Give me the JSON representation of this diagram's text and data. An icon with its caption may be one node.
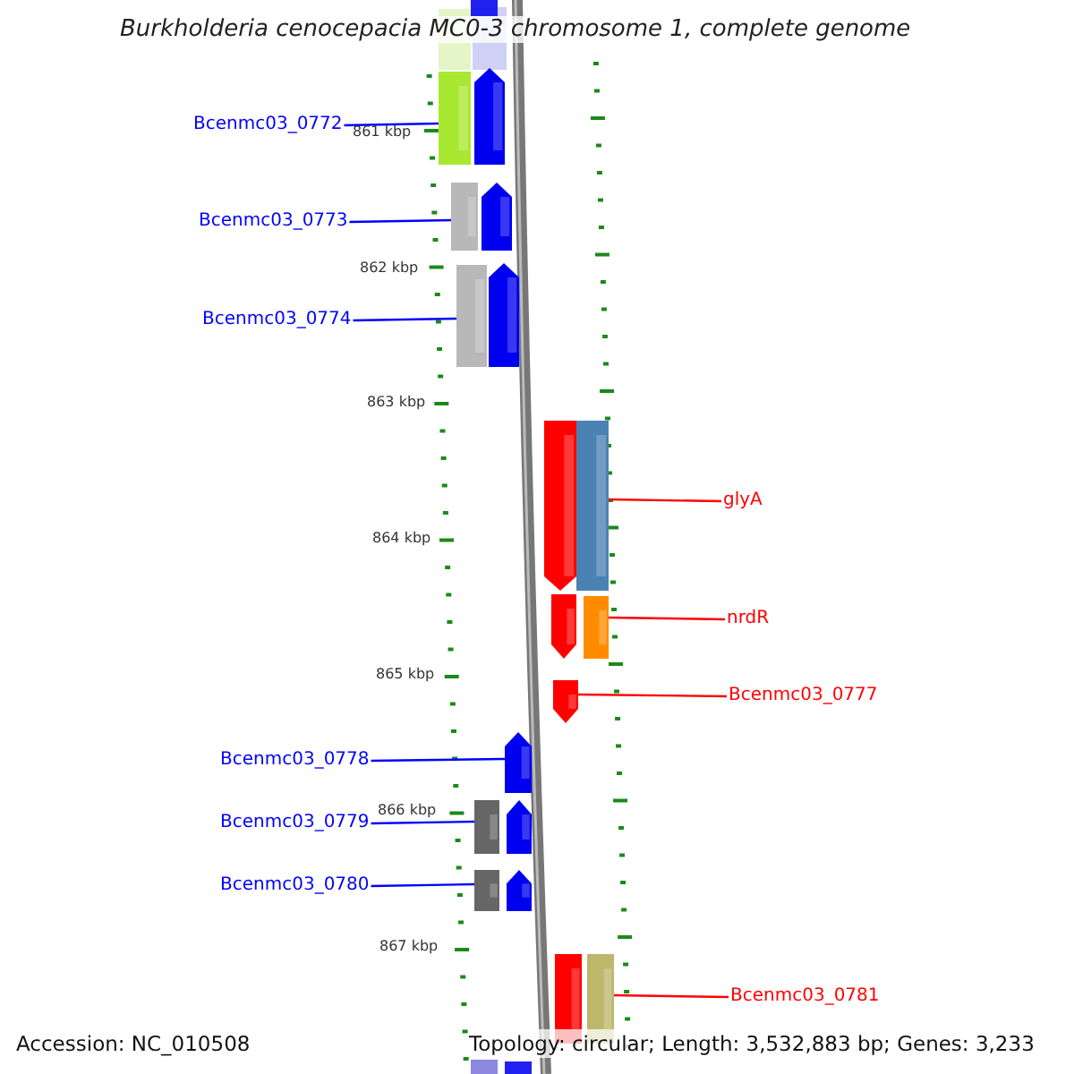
{
  "diagram": {
    "title": "Burkholderia cenocepacia MC0-3 chromosome 1, complete genome",
    "nodes": [
      {
        "text": [
          "Bcenmc03_0772"
        ]
      },
      {
        "text": [],
        "shape": "bar"
      },
      {
        "text": [
          "Bcenmc03_0773"
        ]
      },
      {
        "text": [],
        "shape": "bar"
      },
      {
        "text": [
          "Bcenmc03_0774"
        ]
      },
      {
        "text": [],
        "shape": "bar"
      },
      {
        "text": [
          "glyA"
        ]
      },
      {
        "text": [],
        "shape": "bar"
      },
      {
        "text": [
          "nrdR"
        ]
      },
      {
        "text": [],
        "shape": "bar"
      },
      {
        "text": [
          "Bcenmc03_0777"
        ]
      },
      {
        "text": [],
        "shape": "bar"
      },
      {
        "text": [
          "Bcenmc03_0778"
        ]
      },
      {
        "text": [],
        "shape": "bar"
      },
      {
        "text": [
          "Bcenmc03_0779"
        ]
      },
      {
        "text": [],
        "shape": "bar"
      },
      {
        "text": [
          "Bcenmc03_0780"
        ]
      },
      {
        "text": [],
        "shape": "bar"
      },
      {
        "text": [
          "Bcenmc03_0781"
        ]
      },
      {
        "text": [],
        "shape": "bar"
      }
    ],
    "edges": [
      {
        "from": 0,
        "to": 1,
        "arrow": "none"
      },
      {
        "from": 2,
        "to": 3,
        "arrow": "none"
      },
      {
        "from": 4,
        "to": 5,
        "arrow": "none"
      },
      {
        "from": 6,
        "to": 7,
        "arrow": "none",
        "color": "#ff0000"
      },
      {
        "from": 8,
        "to": 9,
        "arrow": "none",
        "color": "#ff0000"
      },
      {
        "from": 10,
        "to": 11,
        "arrow": "none",
        "color": "#ff0000"
      },
      {
        "from": 12,
        "to": 13,
        "arrow": "none"
      },
      {
        "from": 14,
        "to": 15,
        "arrow": "none"
      },
      {
        "from": 16,
        "to": 17,
        "arrow": "none"
      },
      {
        "from": 18,
        "to": 19,
        "arrow": "none",
        "color": "#ff0000"
      }
    ],
    "labels": [
      "861 kbp",
      "862 kbp",
      "863 kbp",
      "864 kbp",
      "865 kbp",
      "866 kbp",
      "867 kbp",
      "Accession: NC_010508",
      "Topology: circular; Length: 3,532,883 bp; Genes: 3,233"
    ]
  }
}
